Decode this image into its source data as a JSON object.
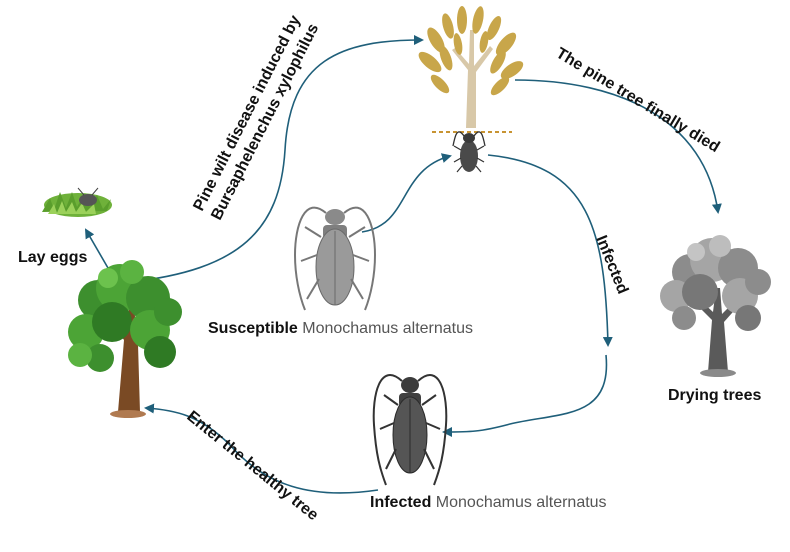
{
  "labels": {
    "lay_eggs": "Lay eggs",
    "pine_wilt_line1": "Pine wilt disease induced by",
    "pine_wilt_line2": "Bursaphelenchus xylophilus",
    "finally_died": "The pine tree finally died",
    "infected": "Infected",
    "drying_trees": "Drying trees",
    "susceptible_bold": "Susceptible ",
    "susceptible_species": "Monochamus alternatus",
    "infected_bold": "Infected ",
    "infected_species": "Monochamus alternatus",
    "enter_healthy": "Enter the healthy tree"
  },
  "colors": {
    "arrow": "#1f5f7a",
    "healthy_foliage": "#3d8f2e",
    "dying_foliage": "#c8a64a",
    "dried_foliage": "#8c8c8c",
    "trunk": "#7a4a24",
    "beetle": "#4a4a4a",
    "soil_line": "#c89432"
  },
  "icons": [
    "healthy-tree-icon",
    "dying-pine-tree-icon",
    "dried-tree-icon",
    "egg-nest-icon",
    "susceptible-beetle-icon",
    "infected-beetle-icon",
    "small-beetle-icon"
  ]
}
